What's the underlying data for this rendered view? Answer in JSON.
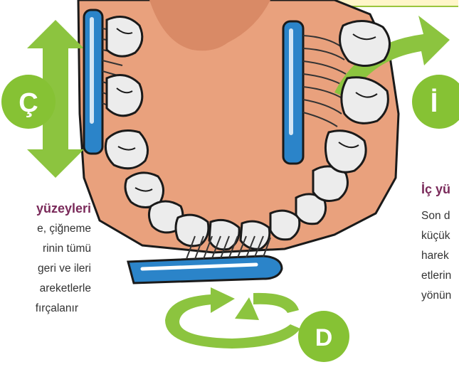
{
  "banner": {
    "text": ""
  },
  "badges": {
    "left": "Ç",
    "right": "İ",
    "bottom": "D"
  },
  "left_panel": {
    "title": "yüzeyleri",
    "lines": [
      "e, çiğneme",
      "rinin tümü",
      "geri ve ileri",
      "areketlerle",
      "fırçalanır"
    ]
  },
  "right_panel": {
    "title": "İç yü",
    "lines": [
      "Son d",
      "küçük",
      "harek",
      "etlerin",
      "yönün"
    ]
  },
  "colors": {
    "gum": "#e89f7b",
    "tooth": "#ececec",
    "brush_blue": "#2b84c9",
    "arrow_green": "#8cc43f",
    "badge_green": "#86c234",
    "title_purple": "#7a2a5a"
  }
}
